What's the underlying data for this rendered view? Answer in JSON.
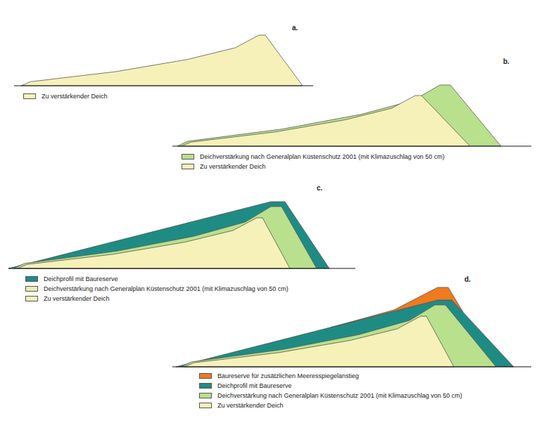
{
  "diagram": {
    "labels": [
      "a.",
      "b.",
      "c.",
      "d."
    ],
    "legend": [
      {
        "text": "Zu verstärkender Deich",
        "color": "#f6f1b8"
      },
      {
        "text": "Deichverstärkung nach Generalplan Küstenschutz 2001 (mit Klimazuschlag von 50 cm)",
        "color": "#b9e08c"
      },
      {
        "text": "Zu verstärkender Deich",
        "color": "#f6f1b8"
      },
      {
        "text": "Deichprofil mit Baureserve",
        "color": "#1e8c84"
      },
      {
        "text": "Deichverstärkung nach Generalplan Küstenschutz 2001 (mit Klimazuschlag von 50 cm)",
        "color": "#e4f0b0"
      },
      {
        "text": "Zu verstärkender Deich",
        "color": "#f6f1b8"
      },
      {
        "text": "Baureserve für zusätzlichen Meeresspiegelanstieg",
        "color": "#f07a1e"
      },
      {
        "text": "Deichprofil mit Baureserve",
        "color": "#1e8c84"
      },
      {
        "text": "Deichverstärkung nach Generalplan Küstenschutz 2001 (mit Klimazuschlag von 50 cm)",
        "color": "#b9e08c"
      },
      {
        "text": "Zu verstärkender Deich",
        "color": "#f6f1b8"
      }
    ]
  }
}
